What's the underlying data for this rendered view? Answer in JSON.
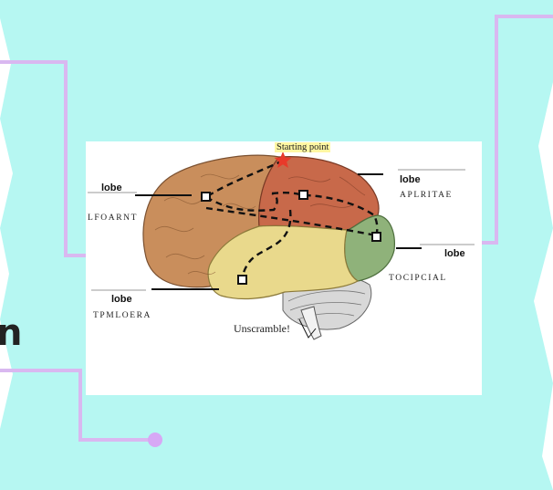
{
  "slide": {
    "partial_heading": "n",
    "colors": {
      "background": "#b6f7f2",
      "circuit_line": "#d9b8f0",
      "circuit_node": "#d7a8f5"
    }
  },
  "diagram": {
    "start_label": "Starting point",
    "caption": "Unscramble!",
    "blanks": [
      {
        "id": "frontal",
        "label": "lobe",
        "scrambled": "LFOARNT"
      },
      {
        "id": "temporal",
        "label": "lobe",
        "scrambled": "TPMLOERA"
      },
      {
        "id": "parietal",
        "label": "lobe",
        "scrambled": "APLRITAE"
      },
      {
        "id": "occipital",
        "label": "lobe",
        "scrambled": "TOCIPCIAL"
      }
    ],
    "colors": {
      "frontal": "#c98e5c",
      "parietal": "#c8694a",
      "temporal": "#e9d98c",
      "occipital": "#8fb27a",
      "cerebellum": "#d8d8d8"
    }
  }
}
